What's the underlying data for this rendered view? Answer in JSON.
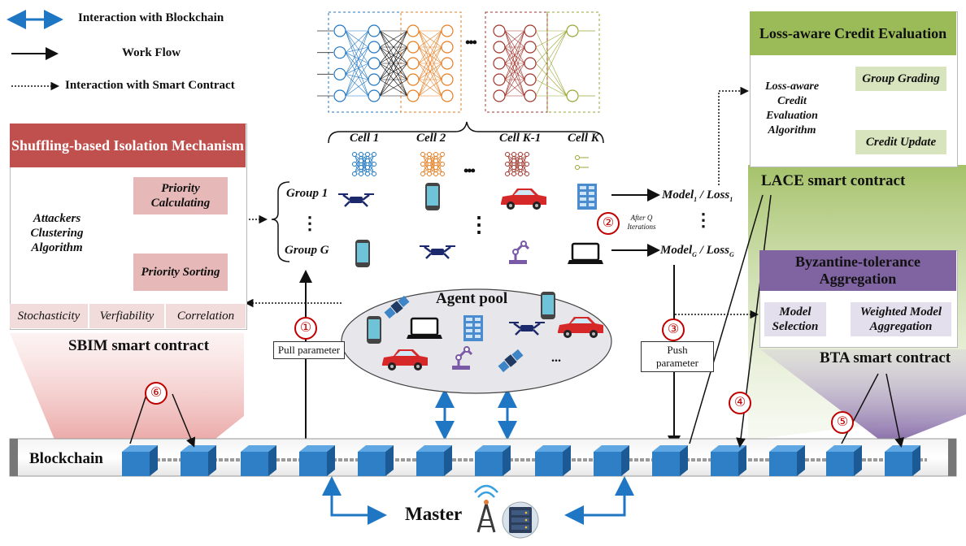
{
  "legend": {
    "blockchain": "Interaction with Blockchain",
    "workflow": "Work Flow",
    "smart_contract": "Interaction with Smart Contract"
  },
  "sbim": {
    "title": "Shuffling-based Isolation Mechanism",
    "algorithm": "Attackers Clustering Algorithm",
    "step1": "Priority Calculating",
    "step2": "Priority Sorting",
    "props": [
      "Stochasticity",
      "Verfiability",
      "Correlation"
    ],
    "contract": "SBIM smart contract",
    "color": "#c0504d"
  },
  "lace": {
    "title": "Loss-aware Credit Evaluation",
    "algorithm": "Loss-aware Credit Evaluation Algorithm",
    "step1": "Group Grading",
    "step2": "Credit Update",
    "contract": "LACE smart contract",
    "color": "#9bbb59"
  },
  "bta": {
    "title": "Byzantine-tolerance Aggregation",
    "step1": "Model Selection",
    "step2": "Weighted Model Aggregation",
    "contract": "BTA smart contract",
    "color": "#8064a2"
  },
  "cells": [
    "Cell 1",
    "Cell 2",
    "Cell K-1",
    "Cell K"
  ],
  "groups": [
    "Group 1",
    "Group G"
  ],
  "models": {
    "m1": "Model",
    "m1_sub": "1",
    "l1": "Loss",
    "l1_sub": "1",
    "mg": "Model",
    "mg_sub": "G",
    "lg": "Loss",
    "lg_sub": "G"
  },
  "after_q": "After Q Iterations",
  "agent_pool": "Agent pool",
  "pull": "Pull parameter",
  "push": "Push parameter",
  "blockchain": "Blockchain",
  "master": "Master",
  "steps": [
    "①",
    "②",
    "③",
    "④",
    "⑤",
    "⑥"
  ],
  "dots_h": "•••",
  "dots_v": "⋮",
  "ellipsis": "..."
}
